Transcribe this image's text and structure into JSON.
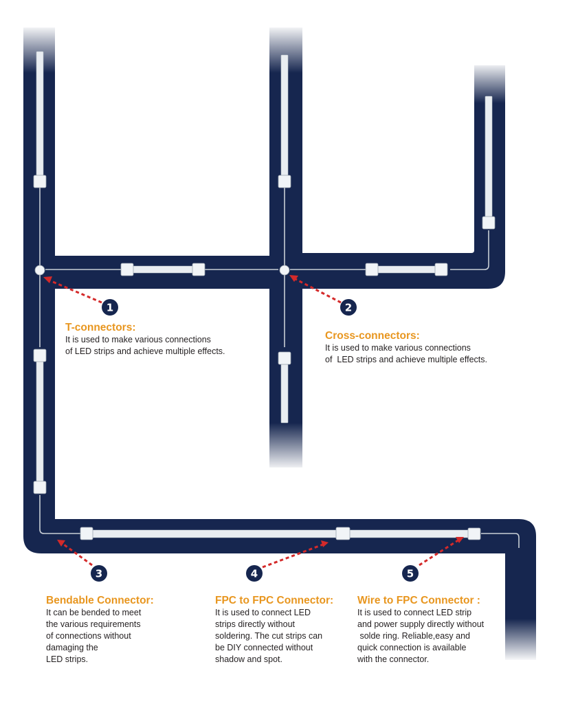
{
  "markers": [
    "1",
    "2",
    "3",
    "4",
    "5"
  ],
  "callouts": {
    "t_connector": {
      "heading": "T-connectors:",
      "lines": [
        "It is used to make various connections",
        "of LED strips and achieve multiple effects."
      ]
    },
    "cross_connector": {
      "heading": "Cross-connectors:",
      "lines": [
        "It is used to make various connections",
        "of  LED strips and achieve multiple effects."
      ]
    },
    "bendable_connector": {
      "heading": "Bendable Connector:",
      "lines": [
        "It can be bended to meet",
        "the various requirements",
        "of connections without",
        "damaging the",
        "LED strips."
      ]
    },
    "fpc_to_fpc": {
      "heading": "FPC to FPC Connector:",
      "lines": [
        "It is used to connect LED",
        "strips directly without",
        "soldering. The cut strips can",
        "be DIY connected without",
        "shadow and spot."
      ]
    },
    "wire_to_fpc": {
      "heading": "Wire to FPC Connector :",
      "lines": [
        "It is used to connect LED strip",
        "and power supply directly without",
        " solde ring. Reliable,easy and",
        "quick connection is available",
        "with the connector."
      ]
    }
  },
  "colors": {
    "track": "#16264f",
    "accent": "#e8961f",
    "arrow": "#d42a2a",
    "text": "#231f20",
    "strip": "#e9edf1"
  }
}
